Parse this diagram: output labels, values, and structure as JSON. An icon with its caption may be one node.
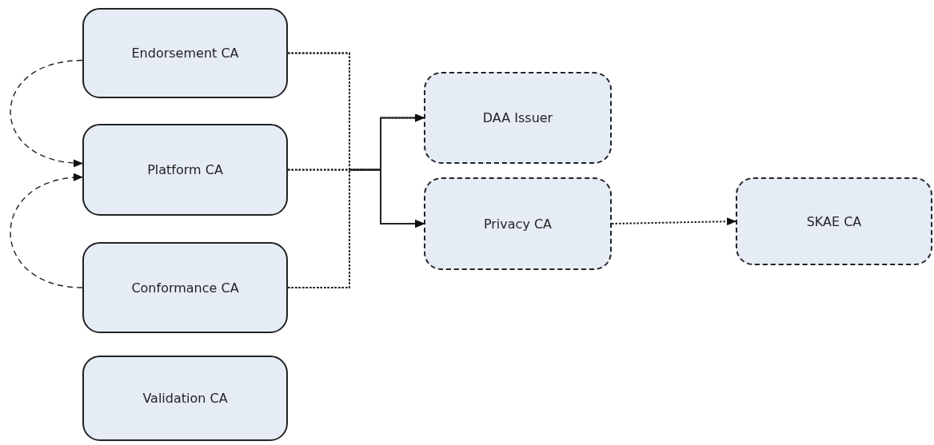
{
  "diagram": {
    "nodes": [
      {
        "text": [
          "Endorsement CA"
        ]
      },
      {
        "text": [
          "Platform CA"
        ]
      },
      {
        "text": [
          "Conformance CA"
        ]
      },
      {
        "text": [
          "Validation CA"
        ]
      },
      {
        "text": [
          "DAA Issuer"
        ]
      },
      {
        "text": [
          "Privacy CA"
        ]
      },
      {
        "text": [
          "SKAE CA"
        ]
      }
    ],
    "edges": [
      {
        "from": 0,
        "to": 1,
        "arrow": "to",
        "style": "dashed"
      },
      {
        "from": 2,
        "to": 1,
        "arrow": "to",
        "style": "dashed"
      },
      {
        "from": 0,
        "to": 4,
        "arrow": "to"
      },
      {
        "from": 0,
        "to": 5,
        "arrow": "to"
      },
      {
        "from": 1,
        "to": 4,
        "arrow": "to"
      },
      {
        "from": 1,
        "to": 5,
        "arrow": "to"
      },
      {
        "from": 2,
        "to": 4,
        "arrow": "to"
      },
      {
        "from": 2,
        "to": 5,
        "arrow": "to"
      },
      {
        "from": 5,
        "to": 6,
        "arrow": "to"
      }
    ]
  }
}
